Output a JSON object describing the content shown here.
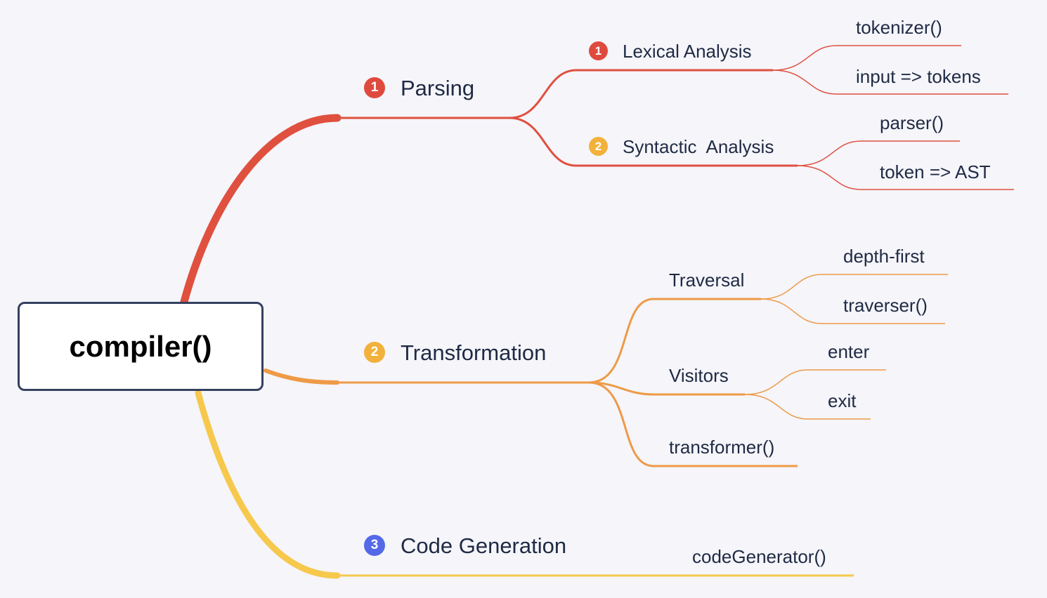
{
  "root": {
    "label": "compiler()"
  },
  "colors": {
    "parsing": "#e0503f",
    "transformation": "#ee9a46",
    "code_generation": "#f6c84c",
    "badge_red": "#df4a3f",
    "badge_yellow": "#f2b13a",
    "badge_blue": "#5468e8"
  },
  "branches": [
    {
      "id": "parsing",
      "number": "1",
      "label": "Parsing",
      "children": [
        {
          "number": "1",
          "label": "Lexical Analysis",
          "children": [
            "tokenizer()",
            "input => tokens"
          ]
        },
        {
          "number": "2",
          "label": "Syntactic  Analysis",
          "children": [
            "parser()",
            "token => AST"
          ]
        }
      ]
    },
    {
      "id": "transformation",
      "number": "2",
      "label": "Transformation",
      "children": [
        {
          "label": "Traversal",
          "children": [
            "depth-first",
            "traverser()"
          ]
        },
        {
          "label": "Visitors",
          "children": [
            "enter",
            "exit"
          ]
        },
        {
          "label": "transformer()",
          "children": []
        }
      ]
    },
    {
      "id": "code_generation",
      "number": "3",
      "label": "Code Generation",
      "children": [
        {
          "label": "codeGenerator()",
          "children": []
        }
      ]
    }
  ]
}
